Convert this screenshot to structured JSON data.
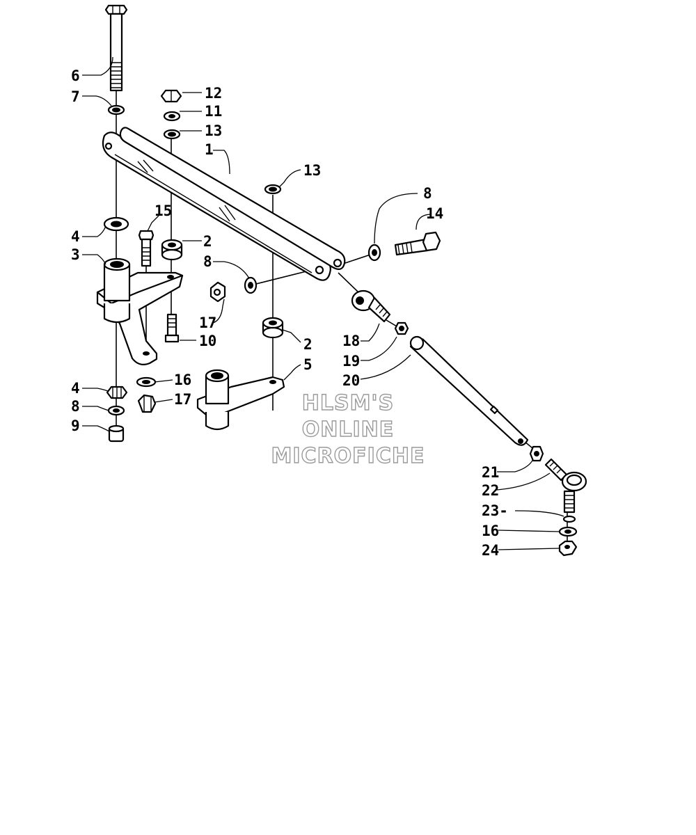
{
  "watermark": {
    "line1": "HLSM'S",
    "line2": "ONLINE",
    "line3": "MICROFICHE",
    "color": "#9a9a9a"
  },
  "callouts": {
    "c1": "1",
    "c2a": "2",
    "c2b": "2",
    "c3": "3",
    "c4a": "4",
    "c4b": "4",
    "c5": "5",
    "c6": "6",
    "c7": "7",
    "c8a": "8",
    "c8b": "8",
    "c8c": "8",
    "c9": "9",
    "c10": "10",
    "c11": "11",
    "c12": "12",
    "c13a": "13",
    "c13b": "13",
    "c14": "14",
    "c15": "15",
    "c16a": "16",
    "c16b": "16",
    "c17a": "17",
    "c17b": "17",
    "c18": "18",
    "c19": "19",
    "c20": "20",
    "c21": "21",
    "c22": "22",
    "c23": "23-",
    "c24": "24"
  }
}
